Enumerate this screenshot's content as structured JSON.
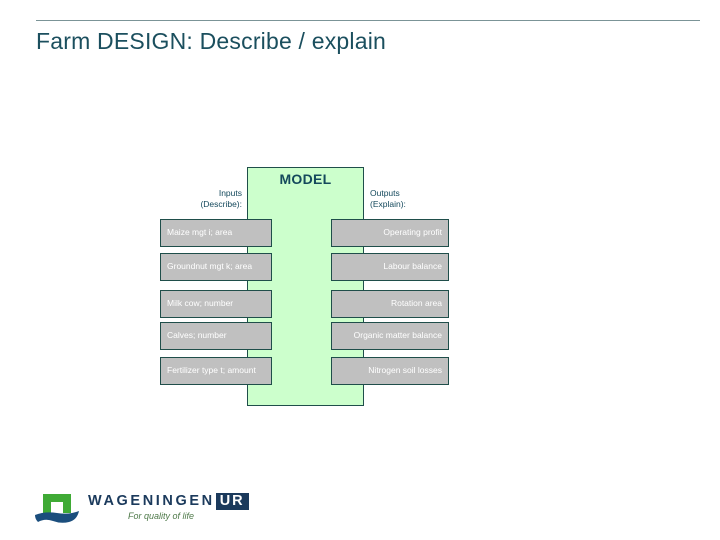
{
  "slide": {
    "title": "Farm DESIGN: Describe / explain"
  },
  "diagram": {
    "model_label": "MODEL",
    "inputs_heading_line1": "Inputs",
    "inputs_heading_line2": "(Describe):",
    "outputs_heading_line1": "Outputs",
    "outputs_heading_line2": "(Explain):",
    "inputs": [
      {
        "label": "Maize mgt  i; area"
      },
      {
        "label": "Groundnut mgt k; area"
      },
      {
        "label": "Milk cow; number"
      },
      {
        "label": "Calves; number"
      },
      {
        "label": "Fertilizer type t; amount"
      }
    ],
    "outputs": [
      {
        "label": "Operating profit"
      },
      {
        "label": "Labour balance"
      },
      {
        "label": "Rotation area"
      },
      {
        "label": "Organic matter balance"
      },
      {
        "label": "Nitrogen soil losses"
      }
    ],
    "colors": {
      "model_fill": "#ccffcc",
      "box_border": "#1f4e4a",
      "io_fill": "#c0c0c0",
      "io_text": "#ffffff",
      "heading_text": "#14495c"
    }
  },
  "footer": {
    "logo_name": "WAGENINGEN",
    "logo_suffix": "UR",
    "logo_tagline": "For quality of life",
    "colors": {
      "wordmark": "#1b3a5c",
      "mark_green": "#3faa35",
      "mark_blue": "#1b4e7d",
      "tagline": "#4f7a4a"
    }
  },
  "theme": {
    "title_color": "#1b4f5e",
    "rule_color": "#7b9497",
    "background": "#ffffff"
  }
}
